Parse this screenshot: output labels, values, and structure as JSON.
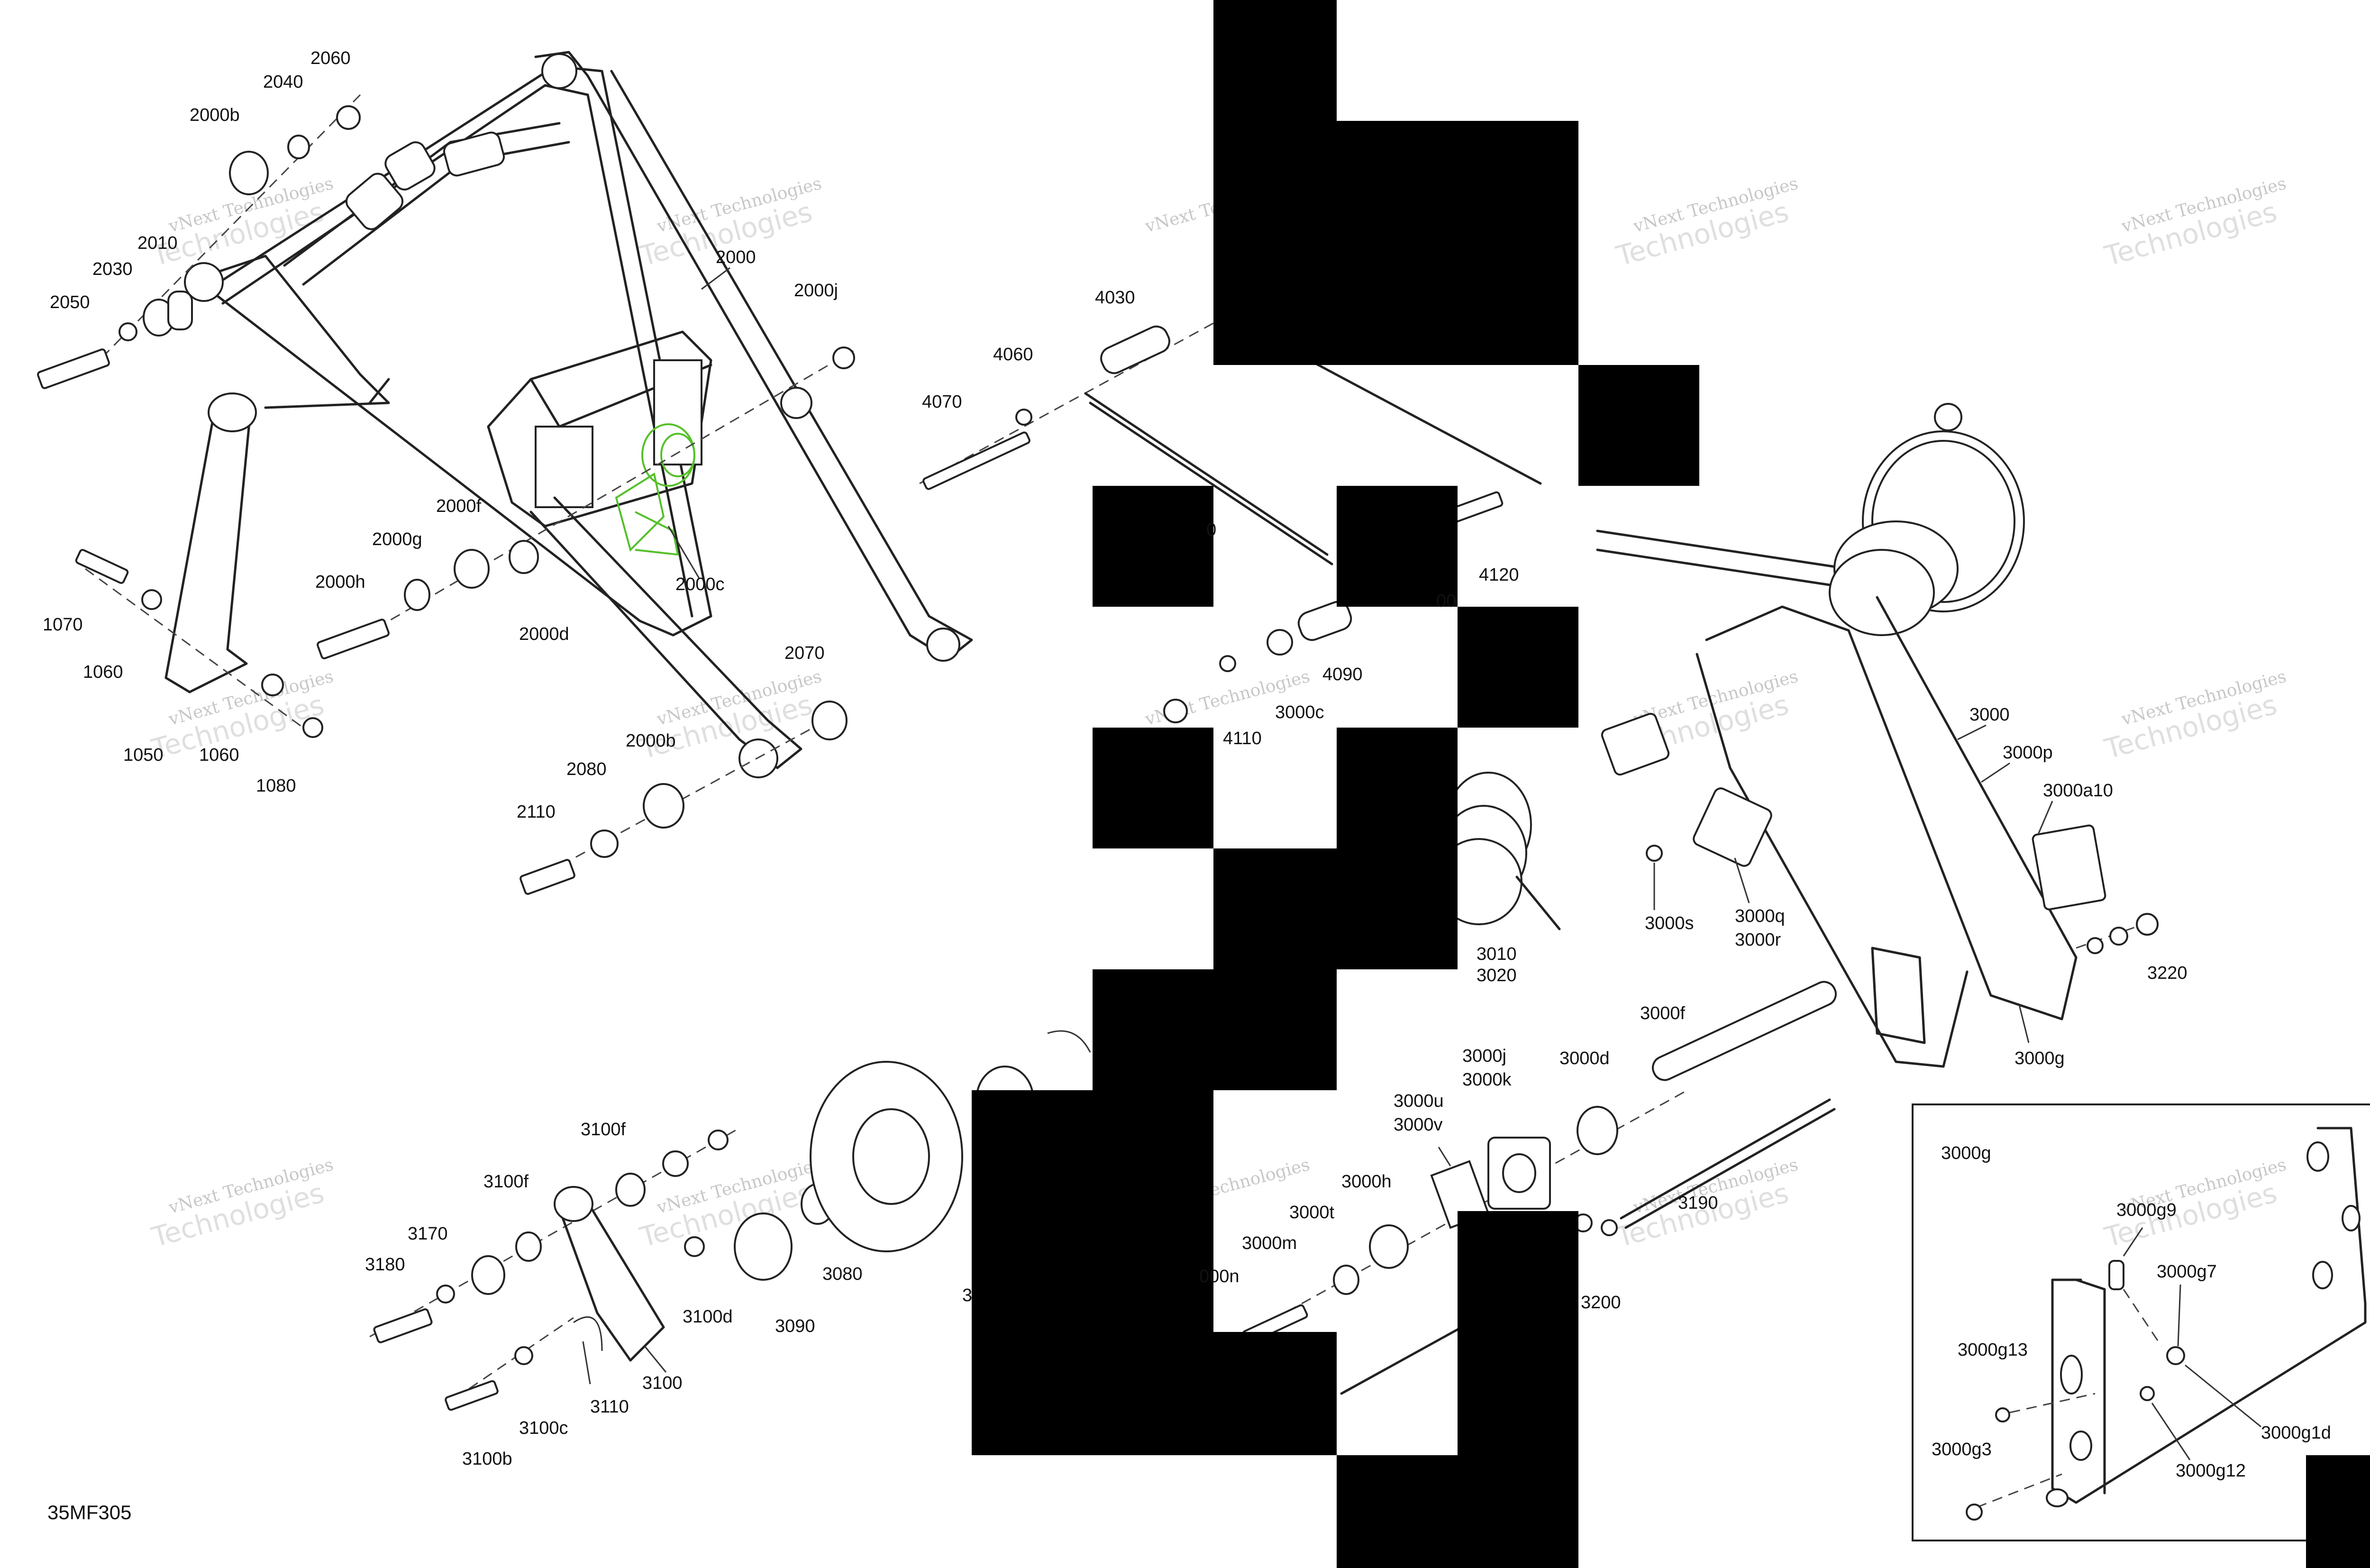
{
  "watermark": {
    "line1": "vNext Technologies",
    "line2": "Technologies"
  },
  "drawing_code": "35MF305",
  "inset_title": "3000g",
  "labels": [
    {
      "id": "2000b-top",
      "text": "2000b"
    },
    {
      "id": "2040",
      "text": "2040"
    },
    {
      "id": "2060",
      "text": "2060"
    },
    {
      "id": "2010",
      "text": "2010"
    },
    {
      "id": "2030",
      "text": "2030"
    },
    {
      "id": "2050",
      "text": "2050"
    },
    {
      "id": "2000",
      "text": "2000"
    },
    {
      "id": "2000j",
      "text": "2000j"
    },
    {
      "id": "2000f",
      "text": "2000f"
    },
    {
      "id": "2000g",
      "text": "2000g"
    },
    {
      "id": "2000h",
      "text": "2000h"
    },
    {
      "id": "2000d",
      "text": "2000d"
    },
    {
      "id": "2000c",
      "text": "2000c"
    },
    {
      "id": "1070",
      "text": "1070"
    },
    {
      "id": "1060a",
      "text": "1060"
    },
    {
      "id": "1050",
      "text": "1050"
    },
    {
      "id": "1060b",
      "text": "1060"
    },
    {
      "id": "1080",
      "text": "1080"
    },
    {
      "id": "2070",
      "text": "2070"
    },
    {
      "id": "2000b-low",
      "text": "2000b"
    },
    {
      "id": "2080",
      "text": "2080"
    },
    {
      "id": "2110",
      "text": "2110"
    },
    {
      "id": "4030",
      "text": "4030"
    },
    {
      "id": "4060",
      "text": "4060"
    },
    {
      "id": "4070",
      "text": "4070"
    },
    {
      "id": "4120",
      "text": "4120"
    },
    {
      "id": "4090",
      "text": "4090"
    },
    {
      "id": "3000c",
      "text": "3000c"
    },
    {
      "id": "4110",
      "text": "4110"
    },
    {
      "id": "3000",
      "text": "3000"
    },
    {
      "id": "3000p",
      "text": "3000p"
    },
    {
      "id": "3000a10",
      "text": "3000a10"
    },
    {
      "id": "3000s",
      "text": "3000s"
    },
    {
      "id": "3000q",
      "text": "3000q"
    },
    {
      "id": "3000r",
      "text": "3000r"
    },
    {
      "id": "3010",
      "text": "3010"
    },
    {
      "id": "3020",
      "text": "3020"
    },
    {
      "id": "3220",
      "text": "3220"
    },
    {
      "id": "3000g-main",
      "text": "3000g"
    },
    {
      "id": "3000f",
      "text": "3000f"
    },
    {
      "id": "3000j",
      "text": "3000j"
    },
    {
      "id": "3000k",
      "text": "3000k"
    },
    {
      "id": "3000d",
      "text": "3000d"
    },
    {
      "id": "3000u",
      "text": "3000u"
    },
    {
      "id": "3000v",
      "text": "3000v"
    },
    {
      "id": "3000h",
      "text": "3000h"
    },
    {
      "id": "3000t",
      "text": "3000t"
    },
    {
      "id": "3000m",
      "text": "3000m"
    },
    {
      "id": "000n",
      "text": "000n"
    },
    {
      "id": "3190",
      "text": "3190"
    },
    {
      "id": "3200",
      "text": "3200"
    },
    {
      "id": "3100f-a",
      "text": "3100f"
    },
    {
      "id": "3100f-b",
      "text": "3100f"
    },
    {
      "id": "3170",
      "text": "3170"
    },
    {
      "id": "3180",
      "text": "3180"
    },
    {
      "id": "3100d",
      "text": "3100d"
    },
    {
      "id": "3090",
      "text": "3090"
    },
    {
      "id": "3080",
      "text": "3080"
    },
    {
      "id": "3",
      "text": "3"
    },
    {
      "id": "3100",
      "text": "3100"
    },
    {
      "id": "3110",
      "text": "3110"
    },
    {
      "id": "3100c",
      "text": "3100c"
    },
    {
      "id": "3100b",
      "text": "3100b"
    },
    {
      "id": "3000g9",
      "text": "3000g9"
    },
    {
      "id": "3000g7",
      "text": "3000g7"
    },
    {
      "id": "3000g13",
      "text": "3000g13"
    },
    {
      "id": "3000g1d",
      "text": "3000g1d"
    },
    {
      "id": "3000g3",
      "text": "3000g3"
    },
    {
      "id": "3000g12",
      "text": "3000g12"
    },
    {
      "id": "frag-0",
      "text": "0"
    },
    {
      "id": "frag-00",
      "text": "00"
    }
  ]
}
